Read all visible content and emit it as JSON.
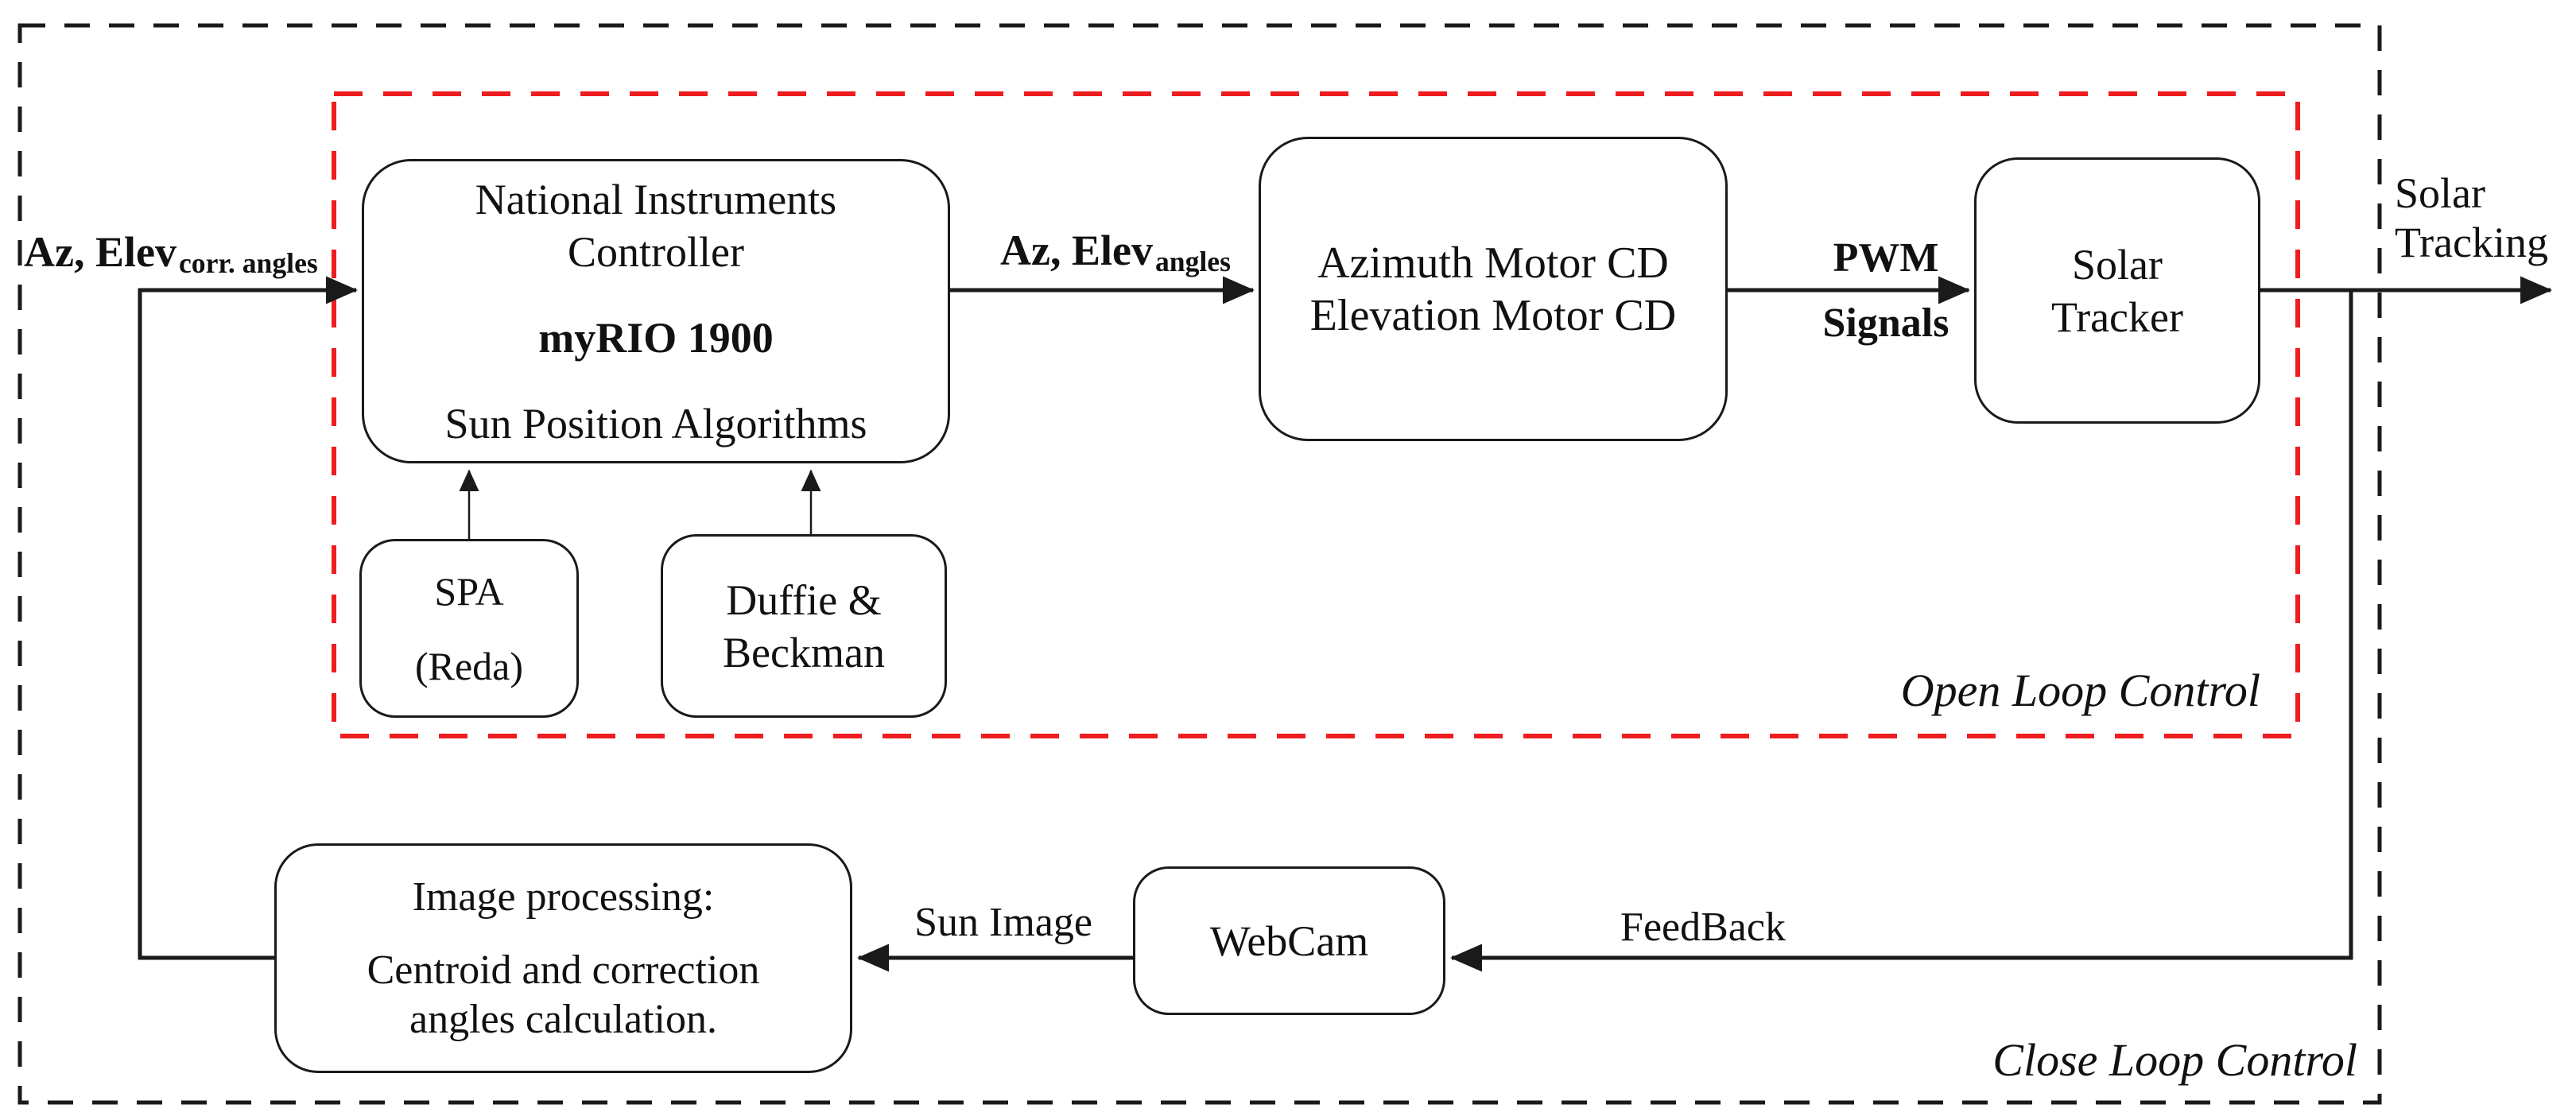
{
  "diagram": {
    "colors": {
      "line": "#1a1a1a",
      "open_loop_border": "#ee1d20",
      "close_loop_border": "#1a1a1a",
      "background": "#ffffff"
    },
    "blocks": {
      "controller": {
        "line1": "National Instruments",
        "line2": "Controller",
        "line3": "myRIO 1900",
        "line4": "Sun Position Algorithms"
      },
      "spa": {
        "line1": "SPA",
        "line2": "(Reda)"
      },
      "duffie": {
        "line1": "Duffie &",
        "line2": "Beckman"
      },
      "motors": {
        "line1": "Azimuth Motor CD",
        "line2": "Elevation Motor CD"
      },
      "tracker": {
        "line1": "Solar",
        "line2": "Tracker"
      },
      "imgproc": {
        "line1": "Image processing:",
        "line2": "Centroid and correction",
        "line3": "angles calculation."
      },
      "webcam": {
        "line1": "WebCam"
      }
    },
    "labels": {
      "input_main": "Az, Elev",
      "input_sub": "corr. angles",
      "angles_main": "Az, Elev",
      "angles_sub": "angles",
      "pwm_top": "PWM",
      "pwm_bottom": "Signals",
      "output_line1": "Solar",
      "output_line2": "Tracking",
      "sun_image": "Sun Image",
      "feedback": "FeedBack",
      "open_loop": "Open Loop Control",
      "close_loop": "Close Loop Control"
    }
  }
}
